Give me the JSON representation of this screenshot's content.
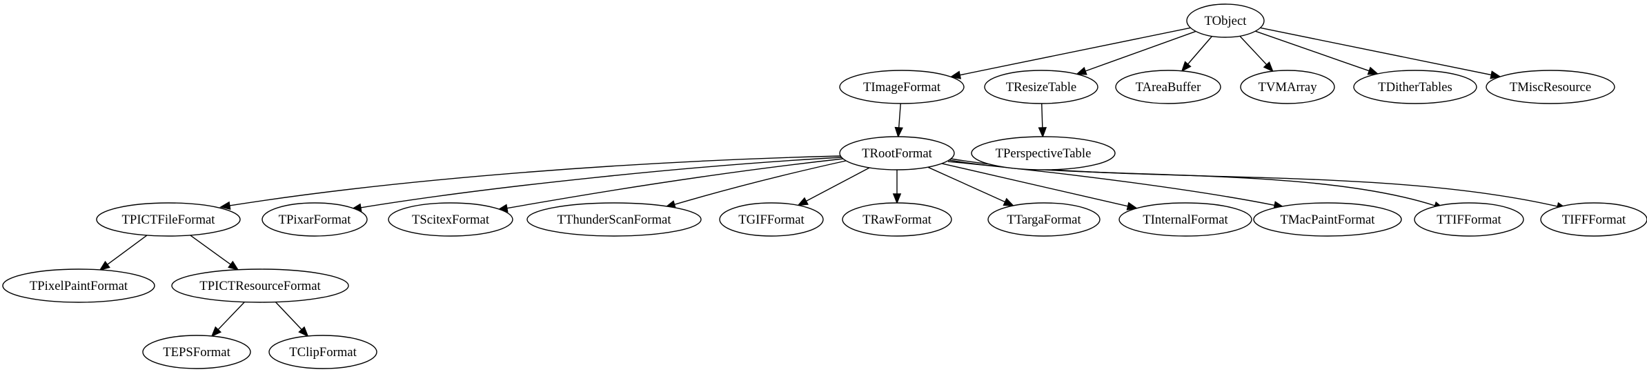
{
  "diagram": {
    "type": "class-hierarchy",
    "nodes": [
      {
        "id": "TObject",
        "label": "TObject"
      },
      {
        "id": "TImageFormat",
        "label": "TImageFormat"
      },
      {
        "id": "TResizeTable",
        "label": "TResizeTable"
      },
      {
        "id": "TAreaBuffer",
        "label": "TAreaBuffer"
      },
      {
        "id": "TVMArray",
        "label": "TVMArray"
      },
      {
        "id": "TDitherTables",
        "label": "TDitherTables"
      },
      {
        "id": "TMiscResource",
        "label": "TMiscResource"
      },
      {
        "id": "TRootFormat",
        "label": "TRootFormat"
      },
      {
        "id": "TPerspectiveTable",
        "label": "TPerspectiveTable"
      },
      {
        "id": "TPICTFileFormat",
        "label": "TPICTFileFormat"
      },
      {
        "id": "TPixarFormat",
        "label": "TPixarFormat"
      },
      {
        "id": "TScitexFormat",
        "label": "TScitexFormat"
      },
      {
        "id": "TThunderScanFormat",
        "label": "TThunderScanFormat"
      },
      {
        "id": "TGIFFormat",
        "label": "TGIFFormat"
      },
      {
        "id": "TRawFormat",
        "label": "TRawFormat"
      },
      {
        "id": "TTargaFormat",
        "label": "TTargaFormat"
      },
      {
        "id": "TInternalFormat",
        "label": "TInternalFormat"
      },
      {
        "id": "TMacPaintFormat",
        "label": "TMacPaintFormat"
      },
      {
        "id": "TTIFFormat",
        "label": "TTIFFormat"
      },
      {
        "id": "TIFFFormat",
        "label": "TIFFFormat"
      },
      {
        "id": "TPixelPaintFormat",
        "label": "TPixelPaintFormat"
      },
      {
        "id": "TPICTResourceFormat",
        "label": "TPICTResourceFormat"
      },
      {
        "id": "TEPSFormat",
        "label": "TEPSFormat"
      },
      {
        "id": "TClipFormat",
        "label": "TClipFormat"
      }
    ],
    "edges": [
      {
        "from": "TObject",
        "to": "TImageFormat"
      },
      {
        "from": "TObject",
        "to": "TResizeTable"
      },
      {
        "from": "TObject",
        "to": "TAreaBuffer"
      },
      {
        "from": "TObject",
        "to": "TVMArray"
      },
      {
        "from": "TObject",
        "to": "TDitherTables"
      },
      {
        "from": "TObject",
        "to": "TMiscResource"
      },
      {
        "from": "TImageFormat",
        "to": "TRootFormat"
      },
      {
        "from": "TResizeTable",
        "to": "TPerspectiveTable"
      },
      {
        "from": "TRootFormat",
        "to": "TPICTFileFormat"
      },
      {
        "from": "TRootFormat",
        "to": "TPixarFormat"
      },
      {
        "from": "TRootFormat",
        "to": "TScitexFormat"
      },
      {
        "from": "TRootFormat",
        "to": "TThunderScanFormat"
      },
      {
        "from": "TRootFormat",
        "to": "TGIFFormat"
      },
      {
        "from": "TRootFormat",
        "to": "TRawFormat"
      },
      {
        "from": "TRootFormat",
        "to": "TTargaFormat"
      },
      {
        "from": "TRootFormat",
        "to": "TInternalFormat"
      },
      {
        "from": "TRootFormat",
        "to": "TMacPaintFormat"
      },
      {
        "from": "TRootFormat",
        "to": "TTIFFormat"
      },
      {
        "from": "TRootFormat",
        "to": "TIFFFormat"
      },
      {
        "from": "TPICTFileFormat",
        "to": "TPixelPaintFormat"
      },
      {
        "from": "TPICTFileFormat",
        "to": "TPICTResourceFormat"
      },
      {
        "from": "TPICTResourceFormat",
        "to": "TEPSFormat"
      },
      {
        "from": "TPICTResourceFormat",
        "to": "TClipFormat"
      }
    ]
  }
}
